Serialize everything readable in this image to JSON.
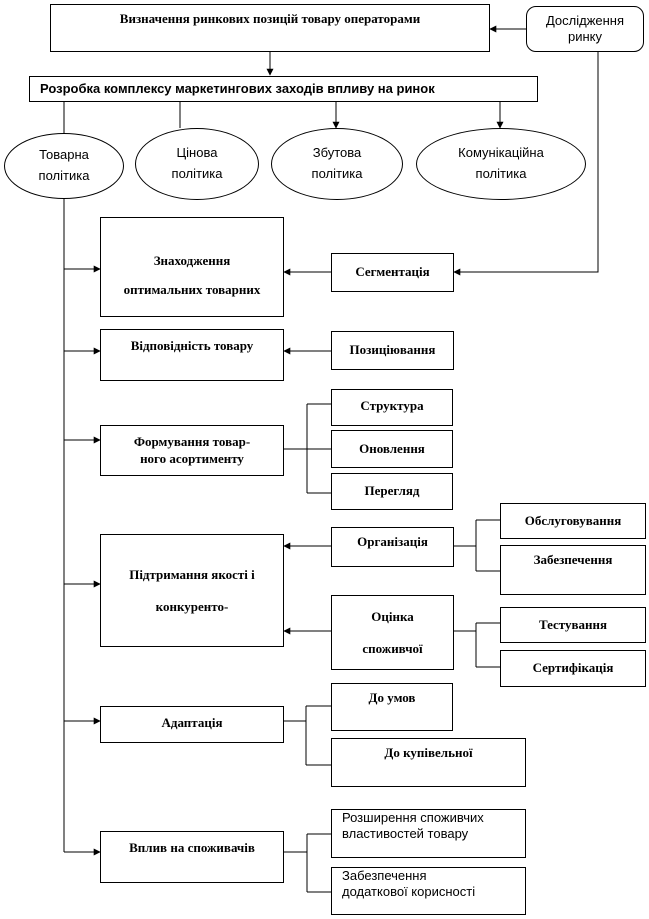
{
  "header": {
    "operators_box": "Визначення ринкових позицій товару операторами",
    "research_box_line1": "Дослідження",
    "research_box_line2": "ринку",
    "complex_box": "Розробка комплексу маркетингових заходів впливу на ринок"
  },
  "policies": [
    {
      "line1": "Товарна",
      "line2": "політика"
    },
    {
      "line1": "Цінова",
      "line2": "політика"
    },
    {
      "line1": "Збутова",
      "line2": "політика"
    },
    {
      "line1": "Комунікаційна",
      "line2": "політика"
    }
  ],
  "product_policy": {
    "finding_line1": "Знаходження",
    "finding_line2": "оптимальних товарних",
    "segmentation": "Сегментація",
    "conformity": "Відповідність  товару",
    "positioning": "Позиціювання",
    "assortment_line1": "Формування товар-",
    "assortment_line2": "ного асортименту",
    "structure": "Структура",
    "renewal": "Оновлення",
    "review": "Перегляд",
    "quality_line1": "Підтримання якості і",
    "quality_line2": "конкуренто-",
    "organization": "Організація",
    "service": "Обслуговування",
    "provision": "Забезпечення",
    "assessment_line1": "Оцінка",
    "assessment_line2": "споживчої",
    "testing": "Тестування",
    "certification": "Сертифікація",
    "adaptation": "Адаптація",
    "to_conditions": "До умов",
    "to_purchasing": "До купівельної",
    "influence": "Вплив на споживачів",
    "expansion_line1": "Розширення споживчих",
    "expansion_line2": "властивостей товару",
    "additional_line1": "Забезпечення",
    "additional_line2": "додаткової корисності"
  }
}
